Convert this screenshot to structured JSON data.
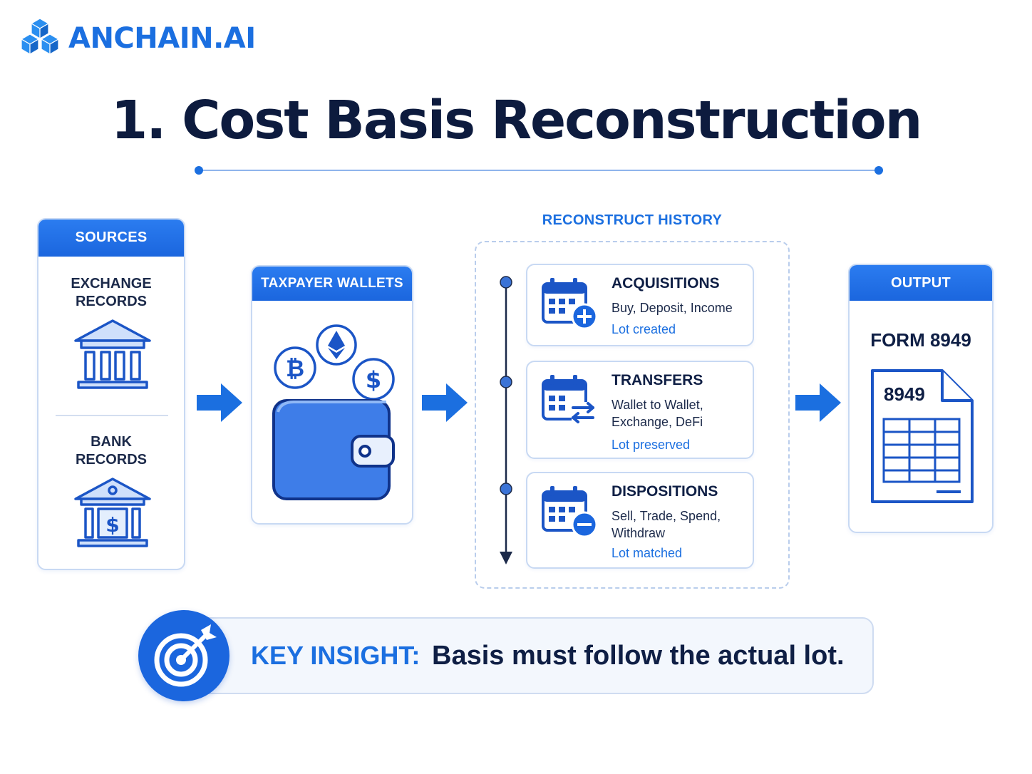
{
  "brand": {
    "name": "ANCHAIN.AI",
    "color": "#1b6fe0"
  },
  "title": "1. Cost Basis Reconstruction",
  "sources": {
    "header": "SOURCES",
    "exchange_label_1": "EXCHANGE",
    "exchange_label_2": "RECORDS",
    "exchange_icon": "exchange-building-icon",
    "bank_label_1": "BANK",
    "bank_label_2": "RECORDS",
    "bank_icon": "bank-icon"
  },
  "wallets": {
    "header": "TAXPAYER WALLETS",
    "icons": [
      "bitcoin-icon",
      "ethereum-icon",
      "dollar-coin-icon",
      "wallet-icon"
    ]
  },
  "history": {
    "title": "RECONSTRUCT HISTORY",
    "steps": [
      {
        "title": "ACQUISITIONS",
        "desc": "Buy, Deposit, Income",
        "lot": "Lot created",
        "icon": "calendar-plus-icon"
      },
      {
        "title": "TRANSFERS",
        "desc": "Wallet to Wallet, Exchange, DeFi",
        "lot": "Lot preserved",
        "icon": "calendar-transfer-icon"
      },
      {
        "title": "DISPOSITIONS",
        "desc": "Sell, Trade, Spend, Withdraw",
        "lot": "Lot matched",
        "icon": "calendar-minus-icon"
      }
    ]
  },
  "output": {
    "header": "OUTPUT",
    "form_title": "FORM 8949",
    "form_number": "8949",
    "icon": "form-document-icon"
  },
  "insight": {
    "label": "KEY INSIGHT:",
    "text": "Basis must follow the actual lot.",
    "icon": "target-icon"
  },
  "colors": {
    "accent": "#1b6fe0",
    "navy": "#0d1b3e",
    "panel_border": "#c8d9f3"
  }
}
